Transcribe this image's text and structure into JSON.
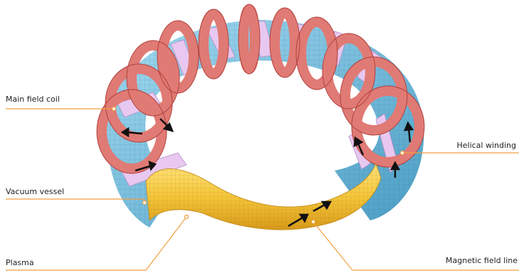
{
  "labels": {
    "main_field_coil": "Main field coil",
    "vacuum_vessel": "Vacuum vessel",
    "plasma": "Plasma",
    "helical_winding": "Helical winding",
    "magnetic_field_line": "Magnetic field line"
  },
  "colors": {
    "coil": "#e07a74",
    "coil_edge": "#b0403c",
    "vessel": "#7ec8e8",
    "vessel_dark": "#4a9cc4",
    "winding": "#e8c8f0",
    "plasma": "#f4c63a",
    "plasma_dark": "#d89a1a",
    "leader": "#f0a040",
    "arrow": "#111111"
  },
  "icons": {
    "current_arrow": "arrow-icon"
  }
}
